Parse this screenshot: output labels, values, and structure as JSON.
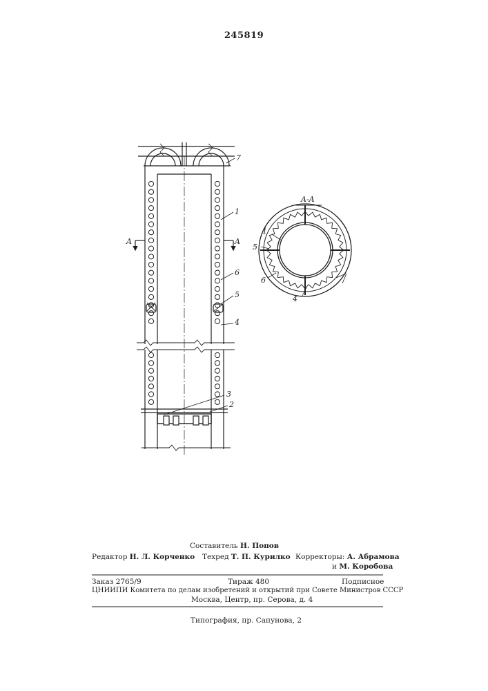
{
  "patent_number": "245819",
  "drawing": {
    "section_label": "A-A",
    "cut_marker_left": "A",
    "cut_marker_right": "A",
    "main_view_labels": [
      "7",
      "1",
      "6",
      "5",
      "4",
      "3",
      "2"
    ],
    "section_view_labels": [
      "1",
      "5",
      "6",
      "4"
    ]
  },
  "footer": {
    "compiler_label": "Составитель",
    "compiler_name": "Н. Попов",
    "editor_label": "Редактор",
    "editor_name": "Н. Л. Корченко",
    "techred_label": "Техред",
    "techred_name": "Т. П. Курилко",
    "correctors_label": "Корректоры:",
    "corrector_1": "А. Абрамова",
    "corrector_2_prefix": "и",
    "corrector_2": "М. Коробова",
    "order": "Заказ 2765/9",
    "circulation": "Тираж 480",
    "subscription": "Подписное",
    "institute": "ЦНИИПИ Комитета по делам изобретений и открытий при Совете Министров СССР",
    "address": "Москва, Центр, пр. Серова, д. 4",
    "printing_house": "Типография, пр. Сапунова, 2"
  }
}
